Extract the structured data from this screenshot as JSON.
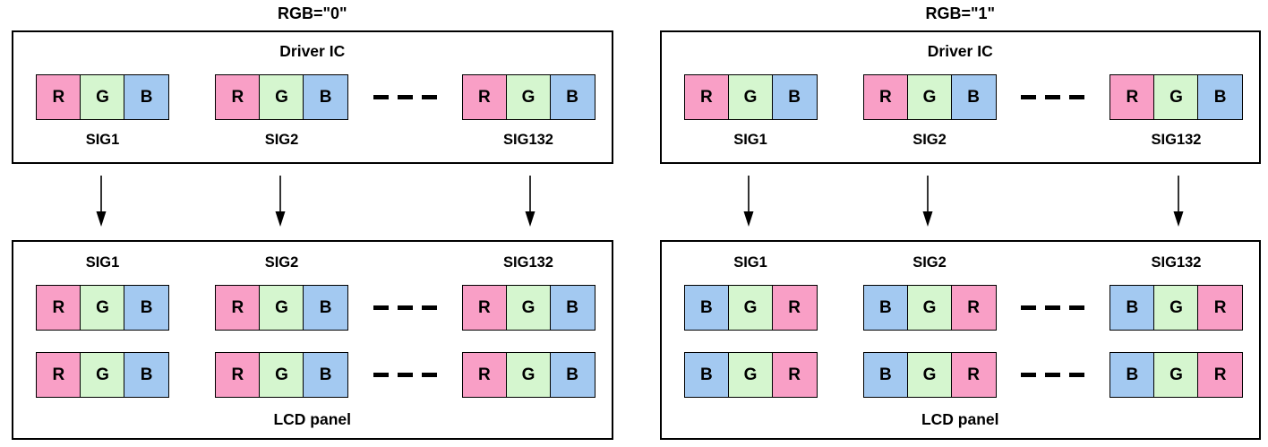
{
  "colors": {
    "r": "#F99FC6",
    "g": "#D5F6CF",
    "b": "#A3C9F1",
    "line": "#000000"
  },
  "left": {
    "title": "RGB=\"0\"",
    "driver_label": "Driver IC",
    "lcd_label": "LCD panel",
    "signals": [
      "SIG1",
      "SIG2",
      "SIG132"
    ],
    "driver_cells": [
      "R",
      "G",
      "B"
    ],
    "lcd_cells": [
      "R",
      "G",
      "B"
    ]
  },
  "right": {
    "title": "RGB=\"1\"",
    "driver_label": "Driver IC",
    "lcd_label": "LCD panel",
    "signals": [
      "SIG1",
      "SIG2",
      "SIG132"
    ],
    "driver_cells": [
      "R",
      "G",
      "B"
    ],
    "lcd_cells": [
      "B",
      "G",
      "R"
    ]
  }
}
